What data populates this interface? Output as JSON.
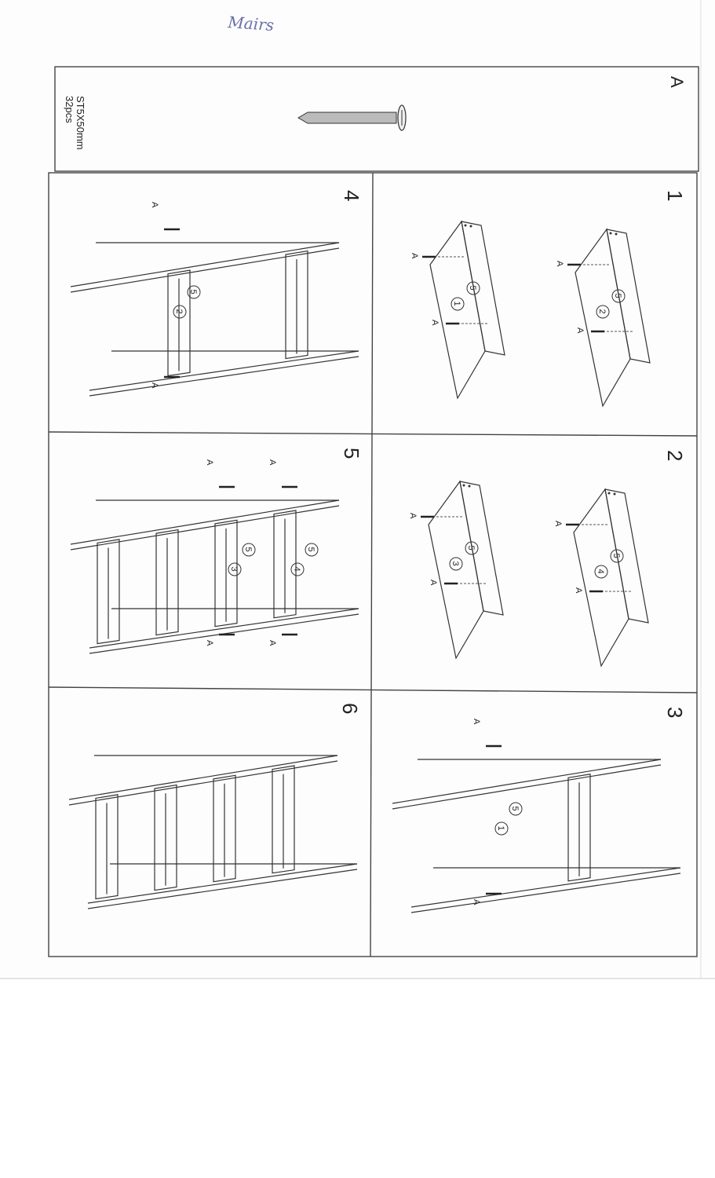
{
  "handwritten_note": "Mairs",
  "hardware": {
    "id": "A",
    "spec": "ST5X50mm",
    "quantity": "32pcs",
    "screw_label": "A"
  },
  "steps": [
    {
      "number": "1",
      "parts": [
        [
          "5",
          "2"
        ],
        [
          "5",
          "1"
        ]
      ]
    },
    {
      "number": "2",
      "parts": [
        [
          "5",
          "4"
        ],
        [
          "5",
          "3"
        ]
      ]
    },
    {
      "number": "3",
      "parts": [
        [
          "5",
          "1"
        ]
      ]
    },
    {
      "number": "4",
      "parts": [
        [
          "5",
          "2"
        ]
      ]
    },
    {
      "number": "5",
      "parts": [
        [
          "5",
          "4"
        ],
        [
          "5",
          "3"
        ]
      ]
    },
    {
      "number": "6",
      "parts": []
    }
  ]
}
